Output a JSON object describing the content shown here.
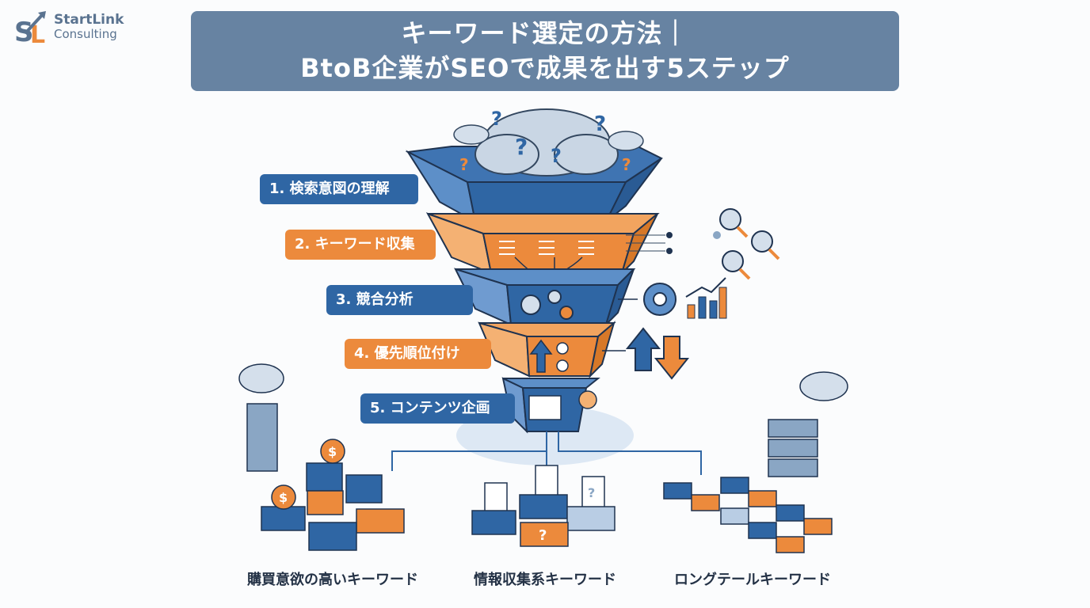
{
  "logo": {
    "name": "StartLink",
    "subtitle": "Consulting",
    "mark": "SL"
  },
  "title": {
    "line1": "キーワード選定の方法｜",
    "line2": "BtoB企業がSEOで成果を出す5ステップ"
  },
  "steps": [
    {
      "label": "1. 検索意図の理解",
      "color": "#2f66a4"
    },
    {
      "label": "2. キーワード収集",
      "color": "#ec8a3c"
    },
    {
      "label": "3. 競合分析",
      "color": "#2f66a4"
    },
    {
      "label": "4. 優先順位付け",
      "color": "#ec8a3c"
    },
    {
      "label": "5. コンテンツ企画",
      "color": "#2f66a4"
    }
  ],
  "outcomes": [
    {
      "label": "購買意欲の高いキーワード"
    },
    {
      "label": "情報収集系キーワード"
    },
    {
      "label": "ロングテールキーワード"
    }
  ],
  "colors": {
    "title_bg": "#6783a2",
    "blue": "#2f66a4",
    "orange": "#ec8a3c",
    "light_blue": "#b9cde4"
  }
}
